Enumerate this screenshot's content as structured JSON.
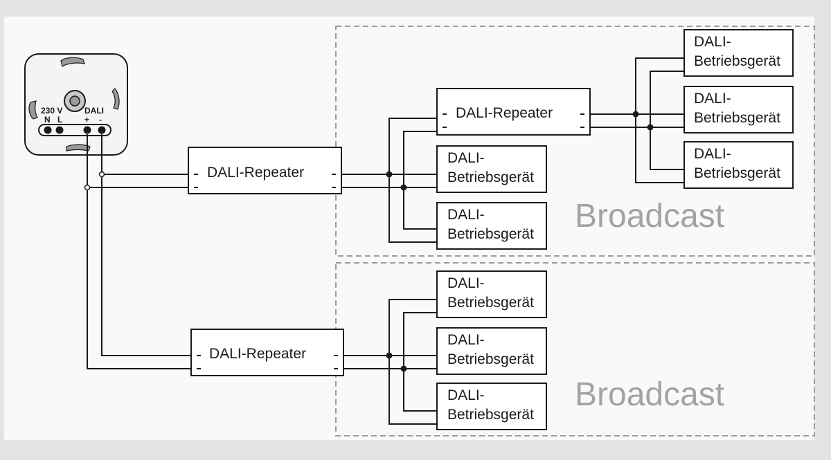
{
  "colors": {
    "background": "#e4e4e4",
    "canvas": "#f9f9f9",
    "zone_border": "#9a9a9a",
    "line": "#1a1a1a",
    "broadcast_text": "#a3a3a3",
    "controller_fill": "#f4f4f4",
    "controller_detail": "#9a9a9a"
  },
  "controller": {
    "label_230v": "230 V",
    "label_dali": "DALI",
    "label_n": "N",
    "label_l": "L",
    "label_plus": "+",
    "label_minus": "-"
  },
  "repeaters": [
    {
      "label": "DALI-Repeater"
    },
    {
      "label": "DALI-Repeater"
    },
    {
      "label": "DALI-Repeater"
    }
  ],
  "devices": [
    {
      "line1": "DALI-",
      "line2": "Betriebsgerät"
    },
    {
      "line1": "DALI-",
      "line2": "Betriebsgerät"
    },
    {
      "line1": "DALI-",
      "line2": "Betriebsgerät"
    },
    {
      "line1": "DALI-",
      "line2": "Betriebsgerät"
    },
    {
      "line1": "DALI-",
      "line2": "Betriebsgerät"
    },
    {
      "line1": "DALI-",
      "line2": "Betriebsgerät"
    },
    {
      "line1": "DALI-",
      "line2": "Betriebsgerät"
    },
    {
      "line1": "DALI-",
      "line2": "Betriebsgerät"
    }
  ],
  "zones": [
    {
      "label": "Broadcast"
    },
    {
      "label": "Broadcast"
    }
  ]
}
